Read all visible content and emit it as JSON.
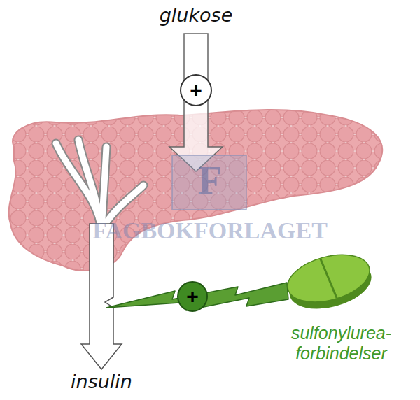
{
  "diagram": {
    "nodes": [
      {
        "text": [
          "+"
        ]
      },
      {
        "text": [
          "+"
        ]
      }
    ],
    "labels": [
      "glukose",
      "F",
      "FAGBOKFORLAGET",
      "insulin",
      "sulfonylurea- forbindelser"
    ]
  }
}
